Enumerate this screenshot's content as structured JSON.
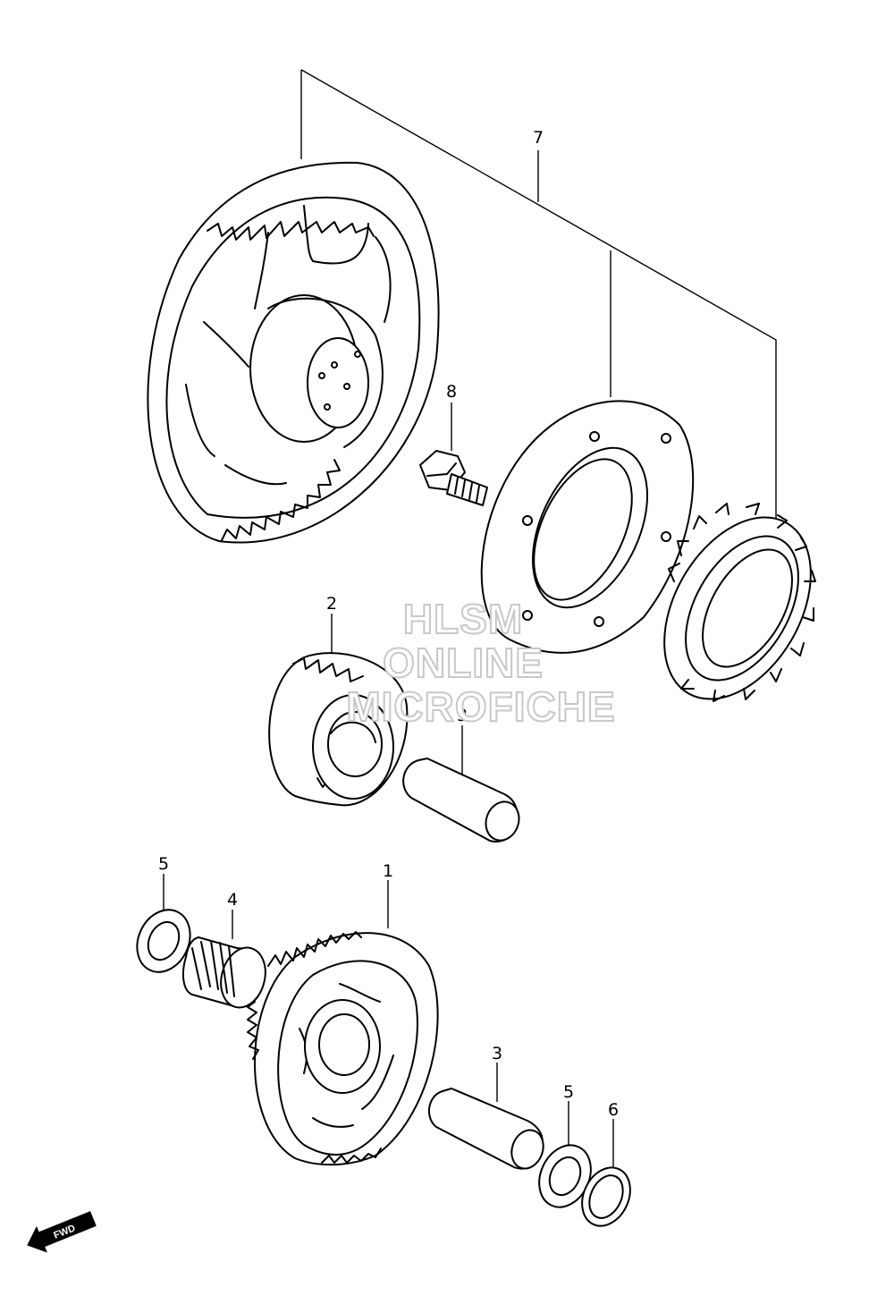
{
  "labels": {
    "p1": "1",
    "p2": "2",
    "p3a": "3",
    "p3b": "3",
    "p4": "4",
    "p5a": "5",
    "p5b": "5",
    "p6": "6",
    "p7": "7",
    "p8": "8"
  },
  "watermark": {
    "line1": "HLSM",
    "line2": "ONLINE",
    "line3": "MICROFICHE"
  },
  "fwd_badge": "FWD"
}
